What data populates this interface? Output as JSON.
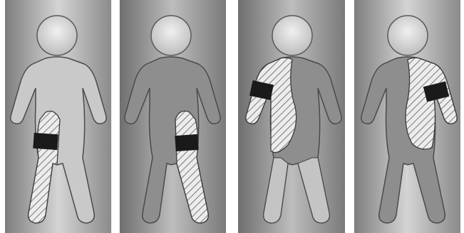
{
  "figure": {
    "panel_count": 4,
    "colors": {
      "background": "#ffffff",
      "panel_edge": "#8a8a8a",
      "panel_center": "#d9d9d9",
      "figure_body": "#8c8c8c",
      "figure_light": "#dedede",
      "hatch_fill": "#e8e8e8",
      "hatch_line": "#6a6a6a",
      "band": "#1a1a1a",
      "outline": "#4a4a4a"
    },
    "panels": [
      {
        "name": "panel-1",
        "limb": "left-leg",
        "shading": "light-upper",
        "band": true
      },
      {
        "name": "panel-2",
        "limb": "right-leg",
        "shading": "dark",
        "band": true
      },
      {
        "name": "panel-3",
        "limb": "left-arm-and-trunk-side",
        "shading": "light-legs",
        "band": true
      },
      {
        "name": "panel-4",
        "limb": "right-arm-and-trunk-side",
        "shading": "dark",
        "band": true
      }
    ]
  }
}
